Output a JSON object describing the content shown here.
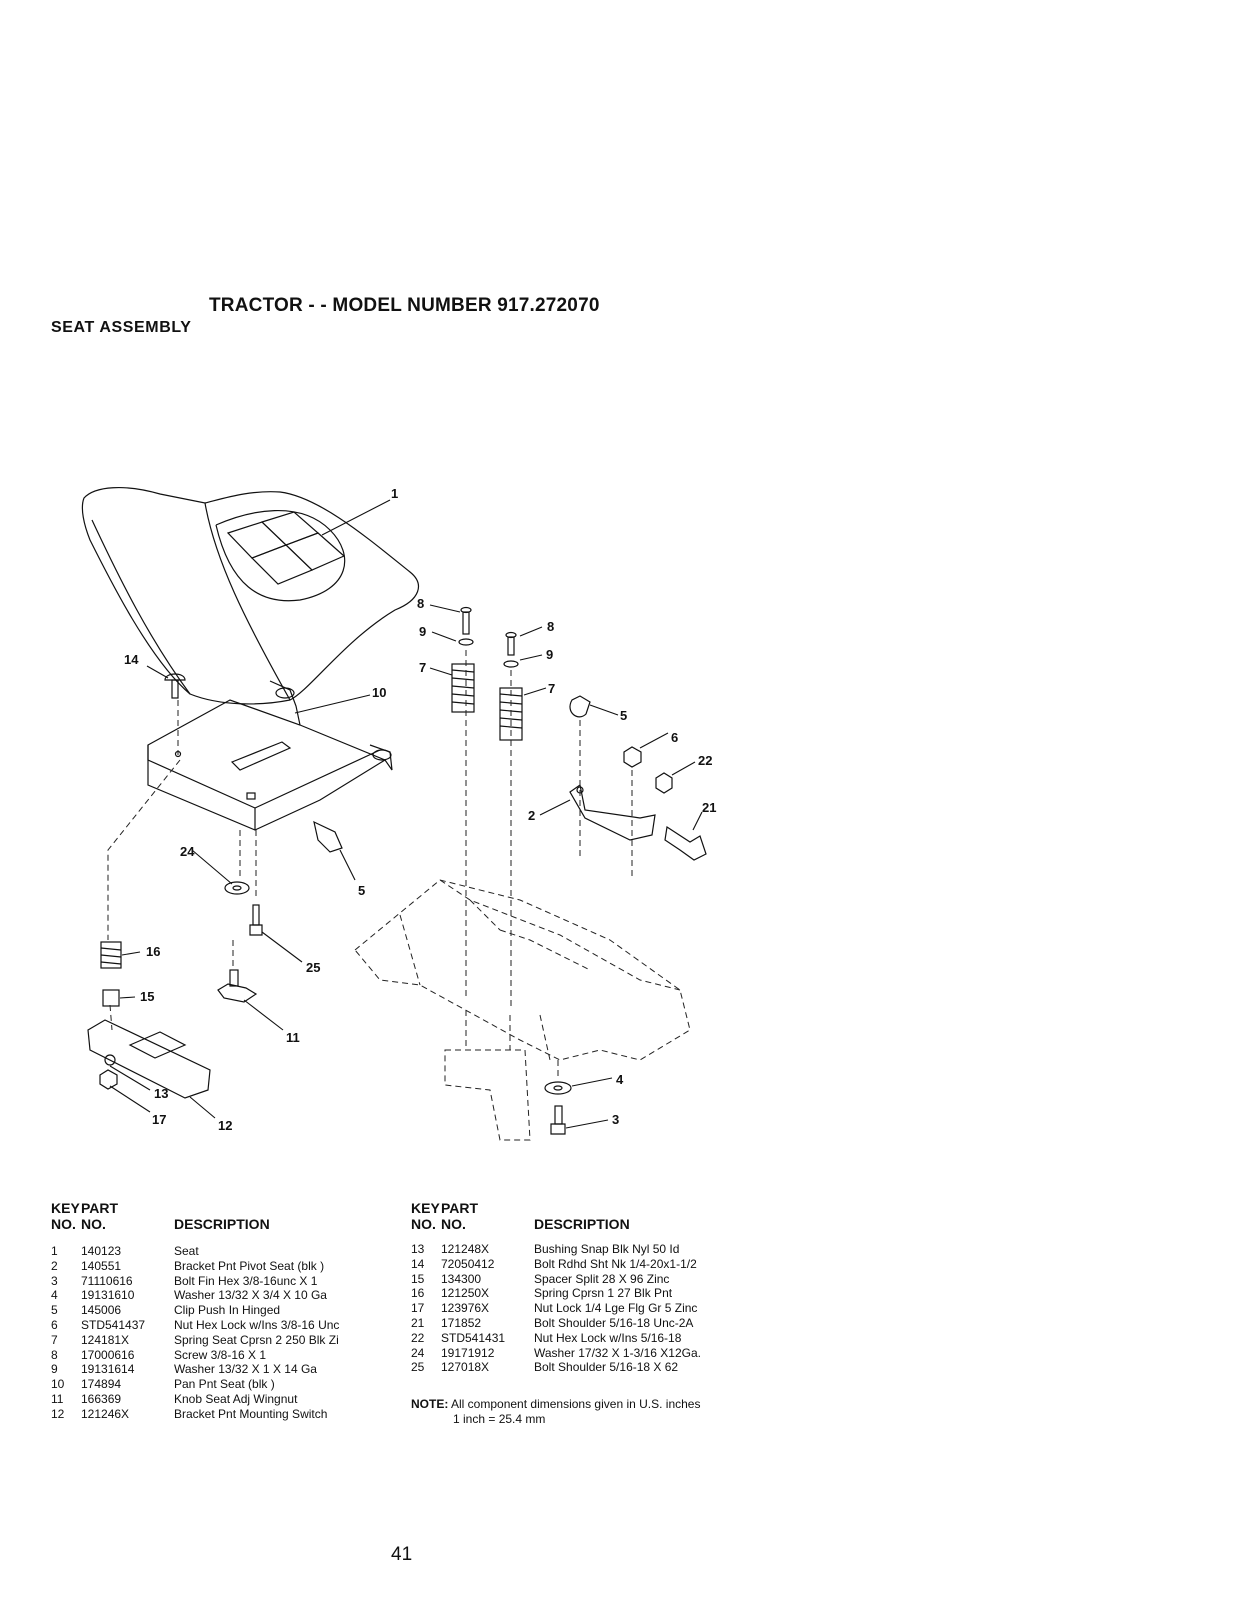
{
  "title": "TRACTOR - - MODEL NUMBER 917.272070",
  "subtitle": "SEAT ASSEMBLY",
  "diagram_callouts": [
    "1",
    "8",
    "9",
    "7",
    "8",
    "9",
    "7",
    "14",
    "10",
    "5",
    "6",
    "22",
    "21",
    "2",
    "24",
    "5",
    "16",
    "25",
    "15",
    "11",
    "13",
    "17",
    "12",
    "4",
    "3"
  ],
  "table_header": {
    "key": "KEY",
    "part": "PART",
    "no1": "NO.",
    "no2": "NO.",
    "desc": "DESCRIPTION"
  },
  "parts_left": [
    {
      "key": "1",
      "part": "140123",
      "desc": "Seat"
    },
    {
      "key": "2",
      "part": "140551",
      "desc": "Bracket Pnt Pivot Seat (blk )"
    },
    {
      "key": "3",
      "part": "71110616",
      "desc": "Bolt Fin Hex 3/8-16unc X 1"
    },
    {
      "key": "4",
      "part": "19131610",
      "desc": "Washer 13/32 X 3/4 X 10 Ga"
    },
    {
      "key": "5",
      "part": "145006",
      "desc": "Clip Push In Hinged"
    },
    {
      "key": "6",
      "part": "STD541437",
      "desc": "Nut Hex Lock w/Ins 3/8-16 Unc"
    },
    {
      "key": "7",
      "part": "124181X",
      "desc": "Spring Seat Cprsn 2 250 Blk Zi"
    },
    {
      "key": "8",
      "part": "17000616",
      "desc": "Screw 3/8-16 X 1"
    },
    {
      "key": "9",
      "part": "19131614",
      "desc": "Washer 13/32 X 1 X 14 Ga"
    },
    {
      "key": "10",
      "part": "174894",
      "desc": "Pan Pnt Seat (blk )"
    },
    {
      "key": "11",
      "part": "166369",
      "desc": "Knob Seat Adj Wingnut"
    },
    {
      "key": "12",
      "part": "121246X",
      "desc": "Bracket Pnt Mounting Switch"
    }
  ],
  "parts_right": [
    {
      "key": "13",
      "part": "121248X",
      "desc": "Bushing Snap Blk Nyl 50 Id"
    },
    {
      "key": "14",
      "part": "72050412",
      "desc": "Bolt Rdhd Sht Nk 1/4-20x1-1/2"
    },
    {
      "key": "15",
      "part": "134300",
      "desc": "Spacer Split 28 X 96 Zinc"
    },
    {
      "key": "16",
      "part": "121250X",
      "desc": "Spring Cprsn 1 27 Blk Pnt"
    },
    {
      "key": "17",
      "part": "123976X",
      "desc": "Nut Lock 1/4 Lge Flg Gr 5 Zinc"
    },
    {
      "key": "21",
      "part": "171852",
      "desc": "Bolt Shoulder 5/16-18 Unc-2A"
    },
    {
      "key": "22",
      "part": "STD541431",
      "desc": "Nut Hex Lock w/Ins 5/16-18"
    },
    {
      "key": "24",
      "part": "19171912",
      "desc": "Washer 17/32 X 1-3/16 X12Ga."
    },
    {
      "key": "25",
      "part": "127018X",
      "desc": "Bolt Shoulder 5/16-18 X 62"
    }
  ],
  "note": {
    "label": "NOTE:",
    "line1": "All component dimensions given in U.S. inches",
    "line2": "1 inch = 25.4 mm"
  },
  "page_number": "41"
}
